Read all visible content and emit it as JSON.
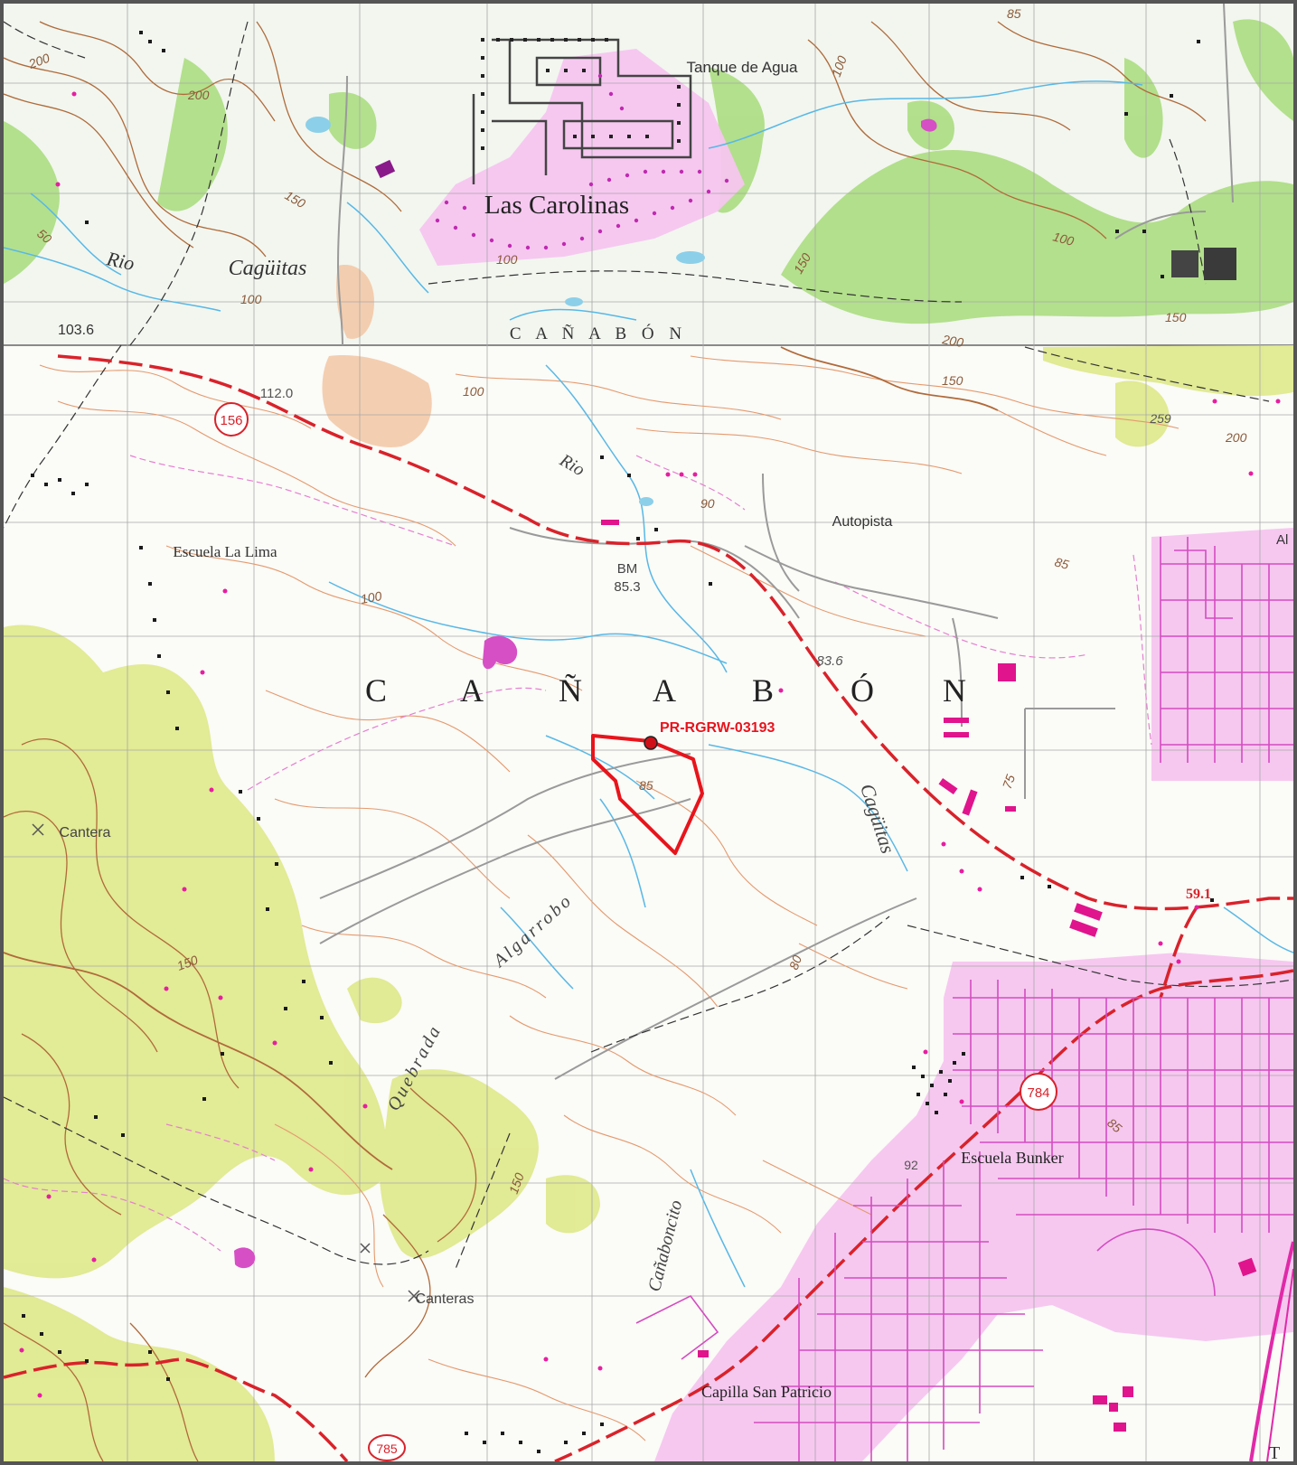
{
  "map": {
    "place_labels": {
      "las_carolinas": "Las Carolinas",
      "tanque_de_agua": "Tanque de Agua",
      "escuela_la_lima": "Escuela La Lima",
      "autopista": "Autopista",
      "cantera": "Cantera",
      "canteras": "Canteras",
      "escuela_bunker": "Escuela Bunker",
      "capilla_san_patricio": "Capilla San Patricio",
      "al_cut": "Al",
      "t_cut": "T"
    },
    "water_labels": {
      "rio_top": "Rio",
      "caguitas_top": "Cagüitas",
      "rio_mid": "Rio",
      "caguitas_mid": "Cagüitas",
      "quebrada": "Quebrada",
      "algarrobo": "Algarrobo",
      "canaboncito": "Cañaboncito"
    },
    "barrio_labels": {
      "canabon_small": "C A Ñ A B Ó N",
      "canabon_large": [
        "C",
        "A",
        "Ñ",
        "A",
        "B",
        "Ó",
        "N"
      ]
    },
    "elevations": {
      "e103_6": "103.6",
      "e112_0": "112.0",
      "bm_label": "BM",
      "bm_value": "85.3",
      "e83_6": "83.6",
      "e59_1": "59.1",
      "e259": "259",
      "e92": "92"
    },
    "contour_labels": {
      "c200_a": "200",
      "c200_b": "200",
      "c150_a": "150",
      "c150_b": "150",
      "c100_a": "100",
      "c100_b": "100",
      "c100_c": "100",
      "c100_d": "100",
      "c100_e": "100",
      "c100_f": "100",
      "c85_a": "85",
      "c85_b": "85",
      "c85_c": "85",
      "c90": "90",
      "c80": "80",
      "c75": "75",
      "c150_c": "150",
      "c150_d": "150",
      "c200_c": "200",
      "c200_d": "200",
      "c150_e": "150",
      "c150_f": "150",
      "c50": "50",
      "c85_top": "85"
    },
    "route_shields": [
      "156",
      "784",
      "785"
    ],
    "site": {
      "id": "PR-RGRW-03193",
      "outline_color": "#e8141b"
    },
    "colors": {
      "vegetation_green": "#a8dc7a",
      "vegetation_yellow": "#dfe98a",
      "contour_brown": "#b06a3a",
      "contour_orange": "#e49a6e",
      "urban_pink": "#f6c5ef",
      "street_magenta": "#d44cc0",
      "water_blue": "#58b8e6",
      "highway_red": "#d9222a",
      "grid_gray": "#a8a8a8"
    }
  }
}
